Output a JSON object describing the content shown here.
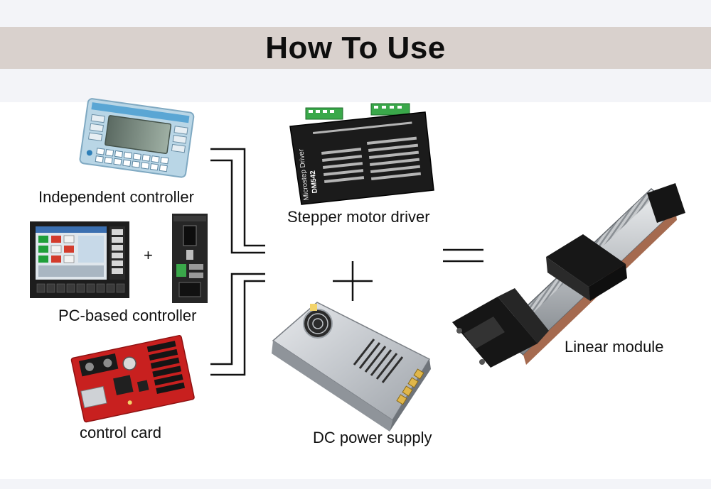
{
  "title": "How To Use",
  "labels": {
    "independent_controller": "Independent controller",
    "pc_based_controller": "PC-based controller",
    "control_card": "control card",
    "stepper_motor_driver": "Stepper motor driver",
    "dc_power_supply": "DC power supply",
    "linear_module": "Linear module"
  },
  "symbols": {
    "plus_small": "+",
    "plus_large": "+",
    "equals": "="
  },
  "device_text": {
    "driver_brand": "Microstep Driver",
    "driver_model": "DM542"
  },
  "colors": {
    "title_band": "#d9d1cd",
    "background": "#f3f4f8",
    "canvas": "#ffffff",
    "control_card_red": "#c8201f",
    "driver_body": "#1b1b1b",
    "terminal_green": "#3aa84a",
    "power_supply_silver": "#c9ccd0",
    "module_black": "#161616"
  }
}
